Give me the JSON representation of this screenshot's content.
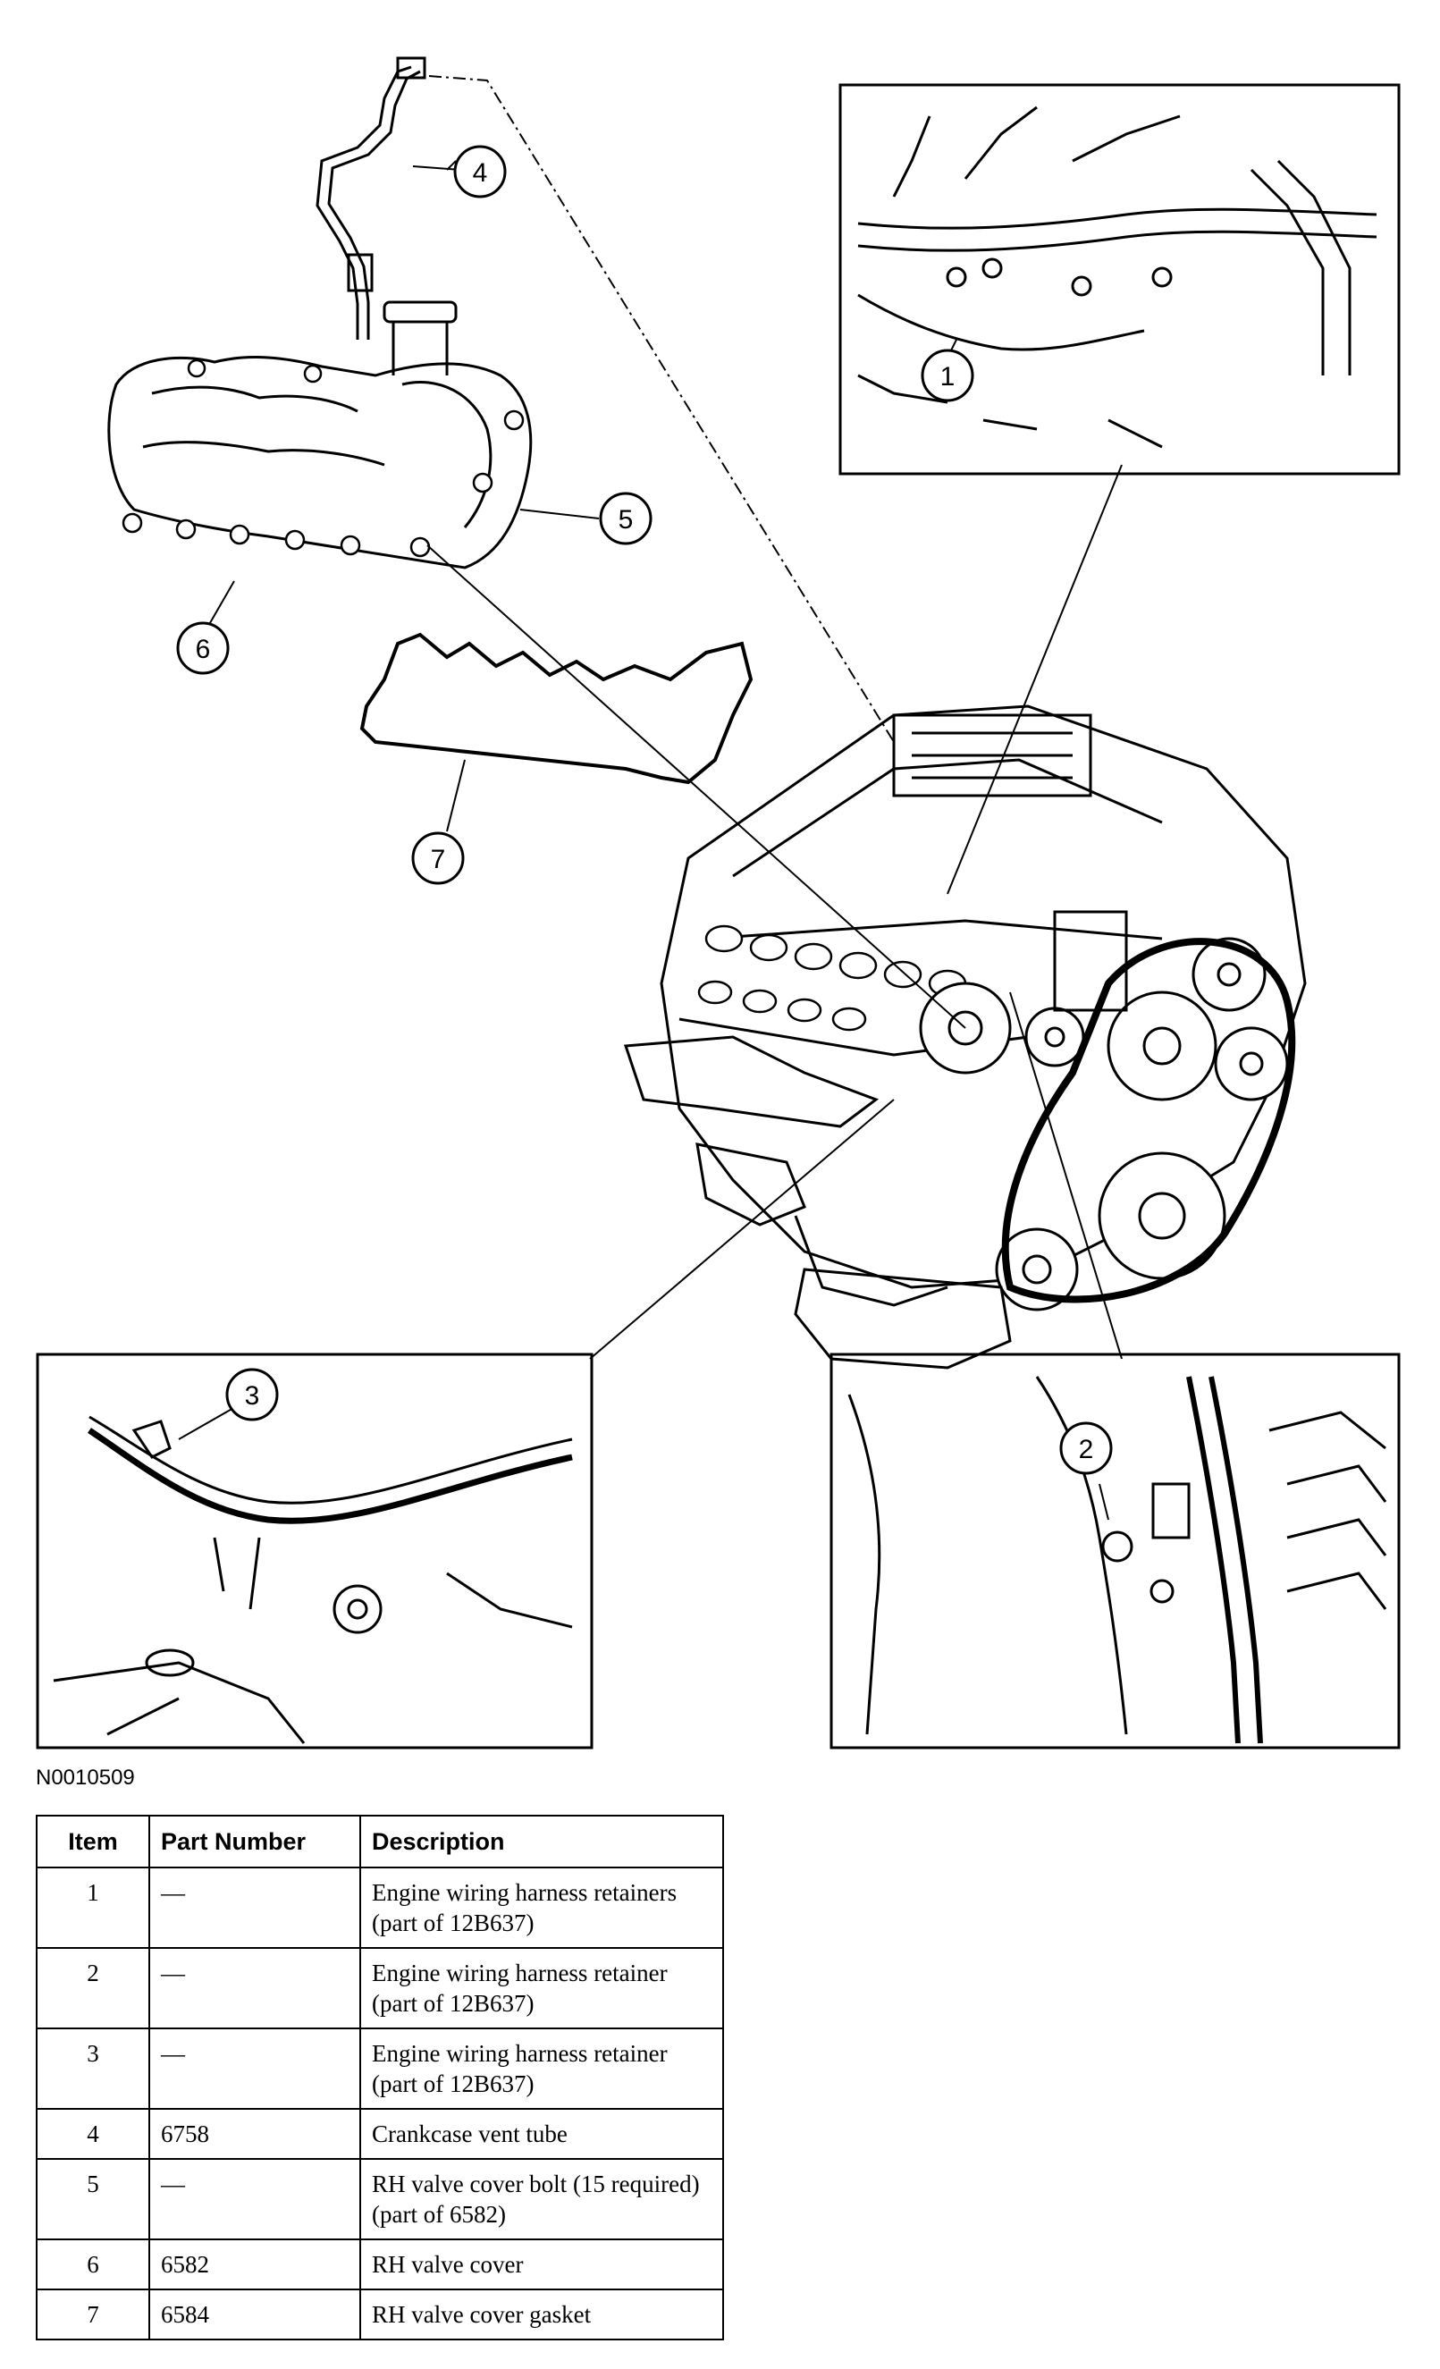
{
  "figure": {
    "id": "N0010509",
    "callouts": [
      "1",
      "2",
      "3",
      "4",
      "5",
      "6",
      "7"
    ]
  },
  "table": {
    "headers": {
      "item": "Item",
      "part_number": "Part Number",
      "description": "Description"
    },
    "rows": [
      {
        "item": "1",
        "part_number": "—",
        "description": "Engine wiring harness retainers (part of 12B637)"
      },
      {
        "item": "2",
        "part_number": "—",
        "description": "Engine wiring harness retainer (part of 12B637)"
      },
      {
        "item": "3",
        "part_number": "—",
        "description": "Engine wiring harness retainer (part of 12B637)"
      },
      {
        "item": "4",
        "part_number": "6758",
        "description": "Crankcase vent tube"
      },
      {
        "item": "5",
        "part_number": "—",
        "description": "RH valve cover bolt (15 required) (part of 6582)"
      },
      {
        "item": "6",
        "part_number": "6582",
        "description": "RH valve cover"
      },
      {
        "item": "7",
        "part_number": "6584",
        "description": "RH valve cover gasket"
      }
    ]
  }
}
